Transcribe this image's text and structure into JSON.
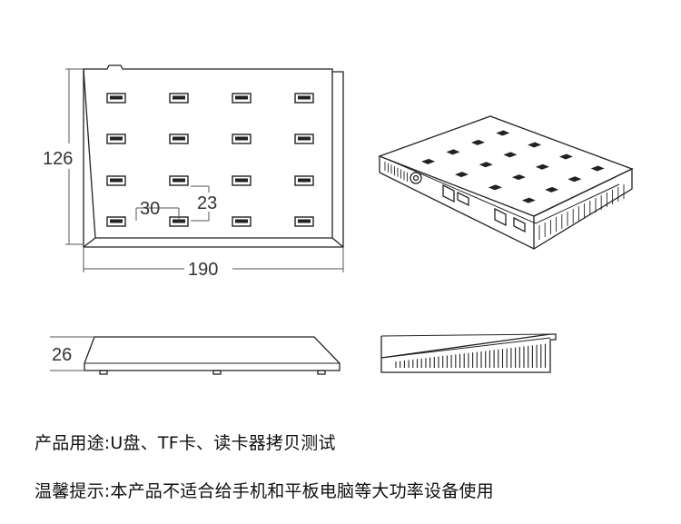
{
  "dimensions": {
    "depth": "126",
    "width": "190",
    "port_pitch_x": "30",
    "port_pitch_y": "23",
    "height": "26"
  },
  "ports": {
    "rows": 4,
    "cols": 4
  },
  "captions": {
    "usage": "产品用途:U盘、TF卡、读卡器拷贝测试",
    "tip": "温馨提示:本产品不适合给手机和平板电脑等大功率设备使用"
  },
  "colors": {
    "line": "#222222",
    "dim_line": "#555555"
  }
}
